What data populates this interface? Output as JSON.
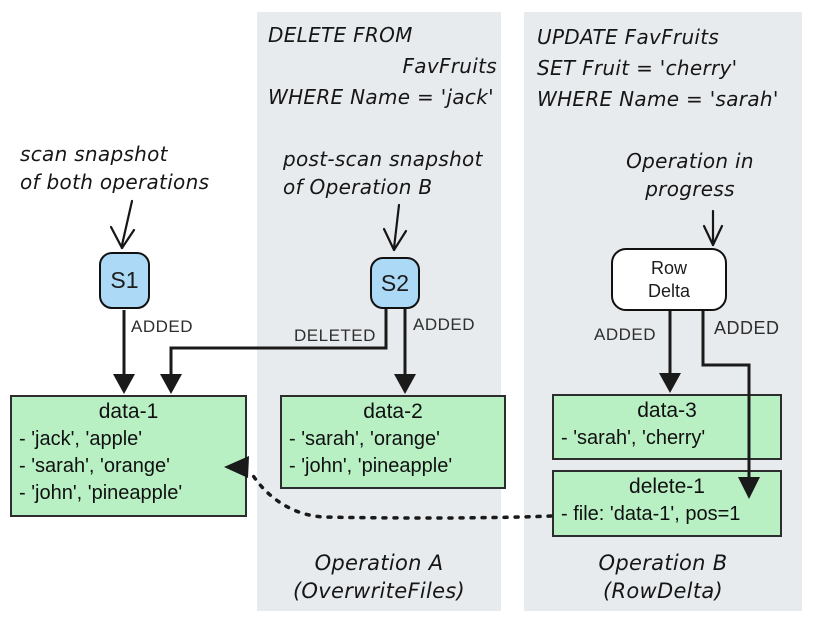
{
  "colors": {
    "panel_bg": "#e8ebee",
    "node_blue": "#abd9f6",
    "box_green": "#b8f0c4",
    "ink": "#1a1a1a"
  },
  "left_area": {
    "scan_caption": "scan snapshot\nof both operations",
    "s1_label": "S1",
    "added_label": "ADDED",
    "data1": {
      "title": "data-1",
      "rows": [
        "- 'jack', 'apple'",
        "- 'sarah', 'orange'",
        "- 'john', 'pineapple'"
      ]
    }
  },
  "operation_a": {
    "sql_line1": "DELETE FROM",
    "sql_line2": "FavFruits",
    "sql_line3": "WHERE Name = 'jack'",
    "caption": "post-scan snapshot\nof Operation B",
    "s2_label": "S2",
    "deleted_label": "DELETED",
    "added_label": "ADDED",
    "data2": {
      "title": "data-2",
      "rows": [
        "- 'sarah', 'orange'",
        "- 'john', 'pineapple'"
      ]
    },
    "footer": "Operation A\n(OverwriteFiles)"
  },
  "operation_b": {
    "sql_line1": "UPDATE FavFruits",
    "sql_line2": "SET Fruit = 'cherry'",
    "sql_line3": "WHERE Name = 'sarah'",
    "caption": "Operation in\nprogress",
    "row_delta_label": "Row\nDelta",
    "added_left_label": "ADDED",
    "added_right_label": "ADDED",
    "data3": {
      "title": "data-3",
      "rows": [
        "- 'sarah', 'cherry'"
      ]
    },
    "delete1": {
      "title": "delete-1",
      "rows": [
        "- file: 'data-1', pos=1"
      ]
    },
    "footer": "Operation B\n(RowDelta)"
  }
}
